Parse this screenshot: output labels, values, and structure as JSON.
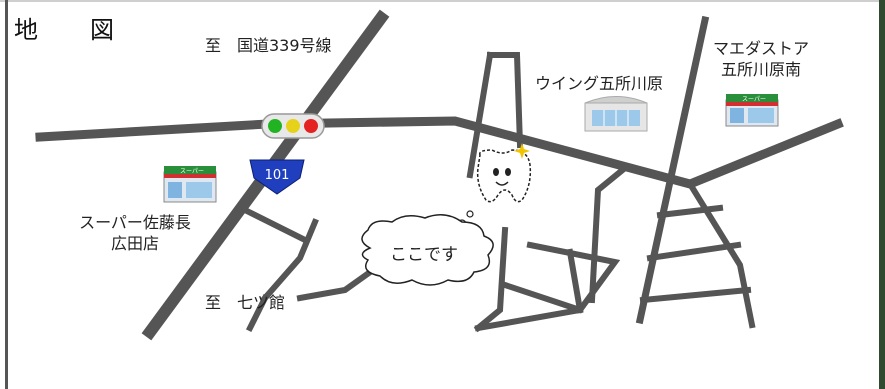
{
  "map": {
    "title": "地　図",
    "labels": {
      "to_route339": "至　国道339号線",
      "wing_store": "ウイング五所川原",
      "maeda_store_line1": "マエダストア",
      "maeda_store_line2": "五所川原南",
      "supermarket_line1": "スーパー佐藤長",
      "supermarket_line2": "広田店",
      "to_shichitsudate": "至　七ツ館",
      "here_bubble": "ここです",
      "route_number": "101",
      "shop_sign_text": "スーパー"
    },
    "icons": [
      "traffic-light-icon",
      "route-shield-icon",
      "tooth-mascot-icon",
      "store-icon",
      "building-icon"
    ],
    "colors": {
      "road": "#555555",
      "route_shield": "#1f3fbf",
      "light_green": "#22b322",
      "light_yellow": "#e6d21a",
      "light_red": "#e52222"
    }
  }
}
